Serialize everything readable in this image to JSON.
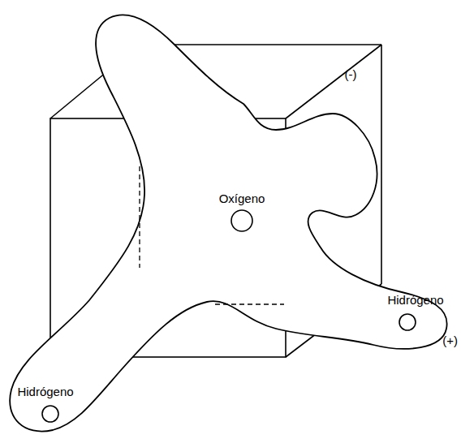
{
  "diagram": {
    "labels": [
      "(-)",
      "Oxígeno",
      "Hidrógeno",
      "(+)",
      "Hidrógeno"
    ]
  }
}
